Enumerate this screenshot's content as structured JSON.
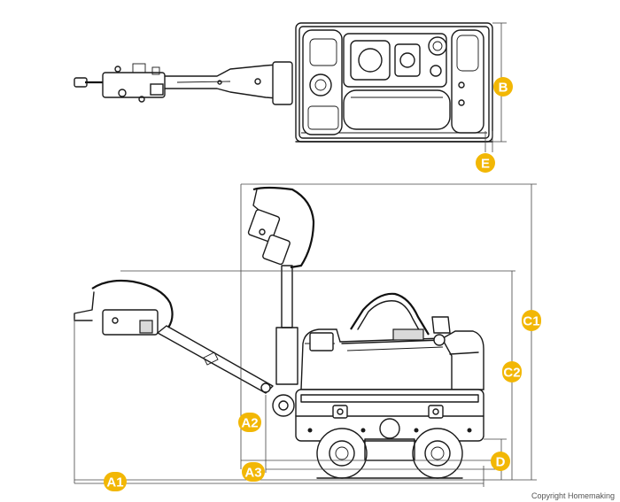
{
  "labels": {
    "A1": "A1",
    "A2": "A2",
    "A3": "A3",
    "B": "B",
    "C1": "C1",
    "C2": "C2",
    "D": "D",
    "E": "E"
  },
  "copyright": "Copyright Homemaking",
  "colors": {
    "badge": "#f2b705",
    "line": "#1a1a1a"
  }
}
